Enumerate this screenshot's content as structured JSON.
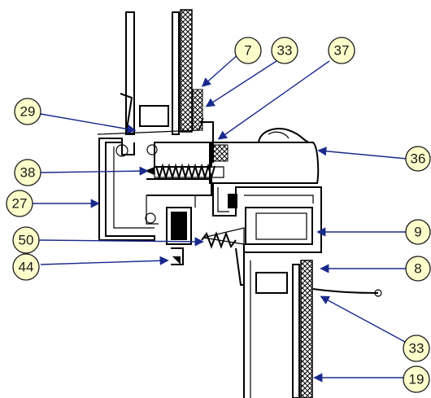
{
  "diagram": {
    "callouts": [
      {
        "id": "c7",
        "label": "7"
      },
      {
        "id": "c33a",
        "label": "33"
      },
      {
        "id": "c37",
        "label": "37"
      },
      {
        "id": "c29",
        "label": "29"
      },
      {
        "id": "c36",
        "label": "36"
      },
      {
        "id": "c38",
        "label": "38"
      },
      {
        "id": "c27",
        "label": "27"
      },
      {
        "id": "c9",
        "label": "9"
      },
      {
        "id": "c50",
        "label": "50"
      },
      {
        "id": "c8",
        "label": "8"
      },
      {
        "id": "c44",
        "label": "44"
      },
      {
        "id": "c33b",
        "label": "33"
      },
      {
        "id": "c19",
        "label": "19"
      }
    ],
    "colors": {
      "bubble_fill": "#ffffcc",
      "leader": "#1a2a8c",
      "profile": "#000000"
    }
  }
}
